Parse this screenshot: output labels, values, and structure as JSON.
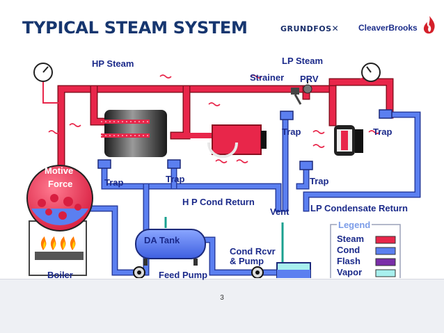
{
  "title": "TYPICAL STEAM SYSTEM",
  "logos": {
    "grundfos": "GRUNDFOS",
    "cleaverbrooks": "CleaverBrooks"
  },
  "labels": {
    "hp_steam": "HP Steam",
    "lp_steam": "LP Steam",
    "strainer": "Strainer",
    "prv": "PRV",
    "trap": "Trap",
    "motive": "Motive",
    "force": "Force",
    "boiler": "Boiler",
    "hp_cond_return": "H P Cond Return",
    "vent": "Vent",
    "lp_cond_return": "LP Condensate Return",
    "da_tank": "DA Tank",
    "cond_rcvr": "Cond Rcvr",
    "and_pump": "& Pump",
    "feed_pump": "Feed Pump"
  },
  "legend": {
    "title": "Legend",
    "items": [
      {
        "label": "Steam",
        "color": "#e8264a"
      },
      {
        "label": "Cond",
        "color": "#5b7ff0"
      },
      {
        "label": "Flash",
        "color": "#7a2ea8"
      },
      {
        "label": "Vapor",
        "color": "#a8f0ee"
      }
    ]
  },
  "colors": {
    "steam": "#e8264a",
    "cond": "#5b7ff0",
    "vapor": "#a8f0ee",
    "title": "#16366f",
    "label": "#1b2a8a"
  },
  "page_number": "3"
}
